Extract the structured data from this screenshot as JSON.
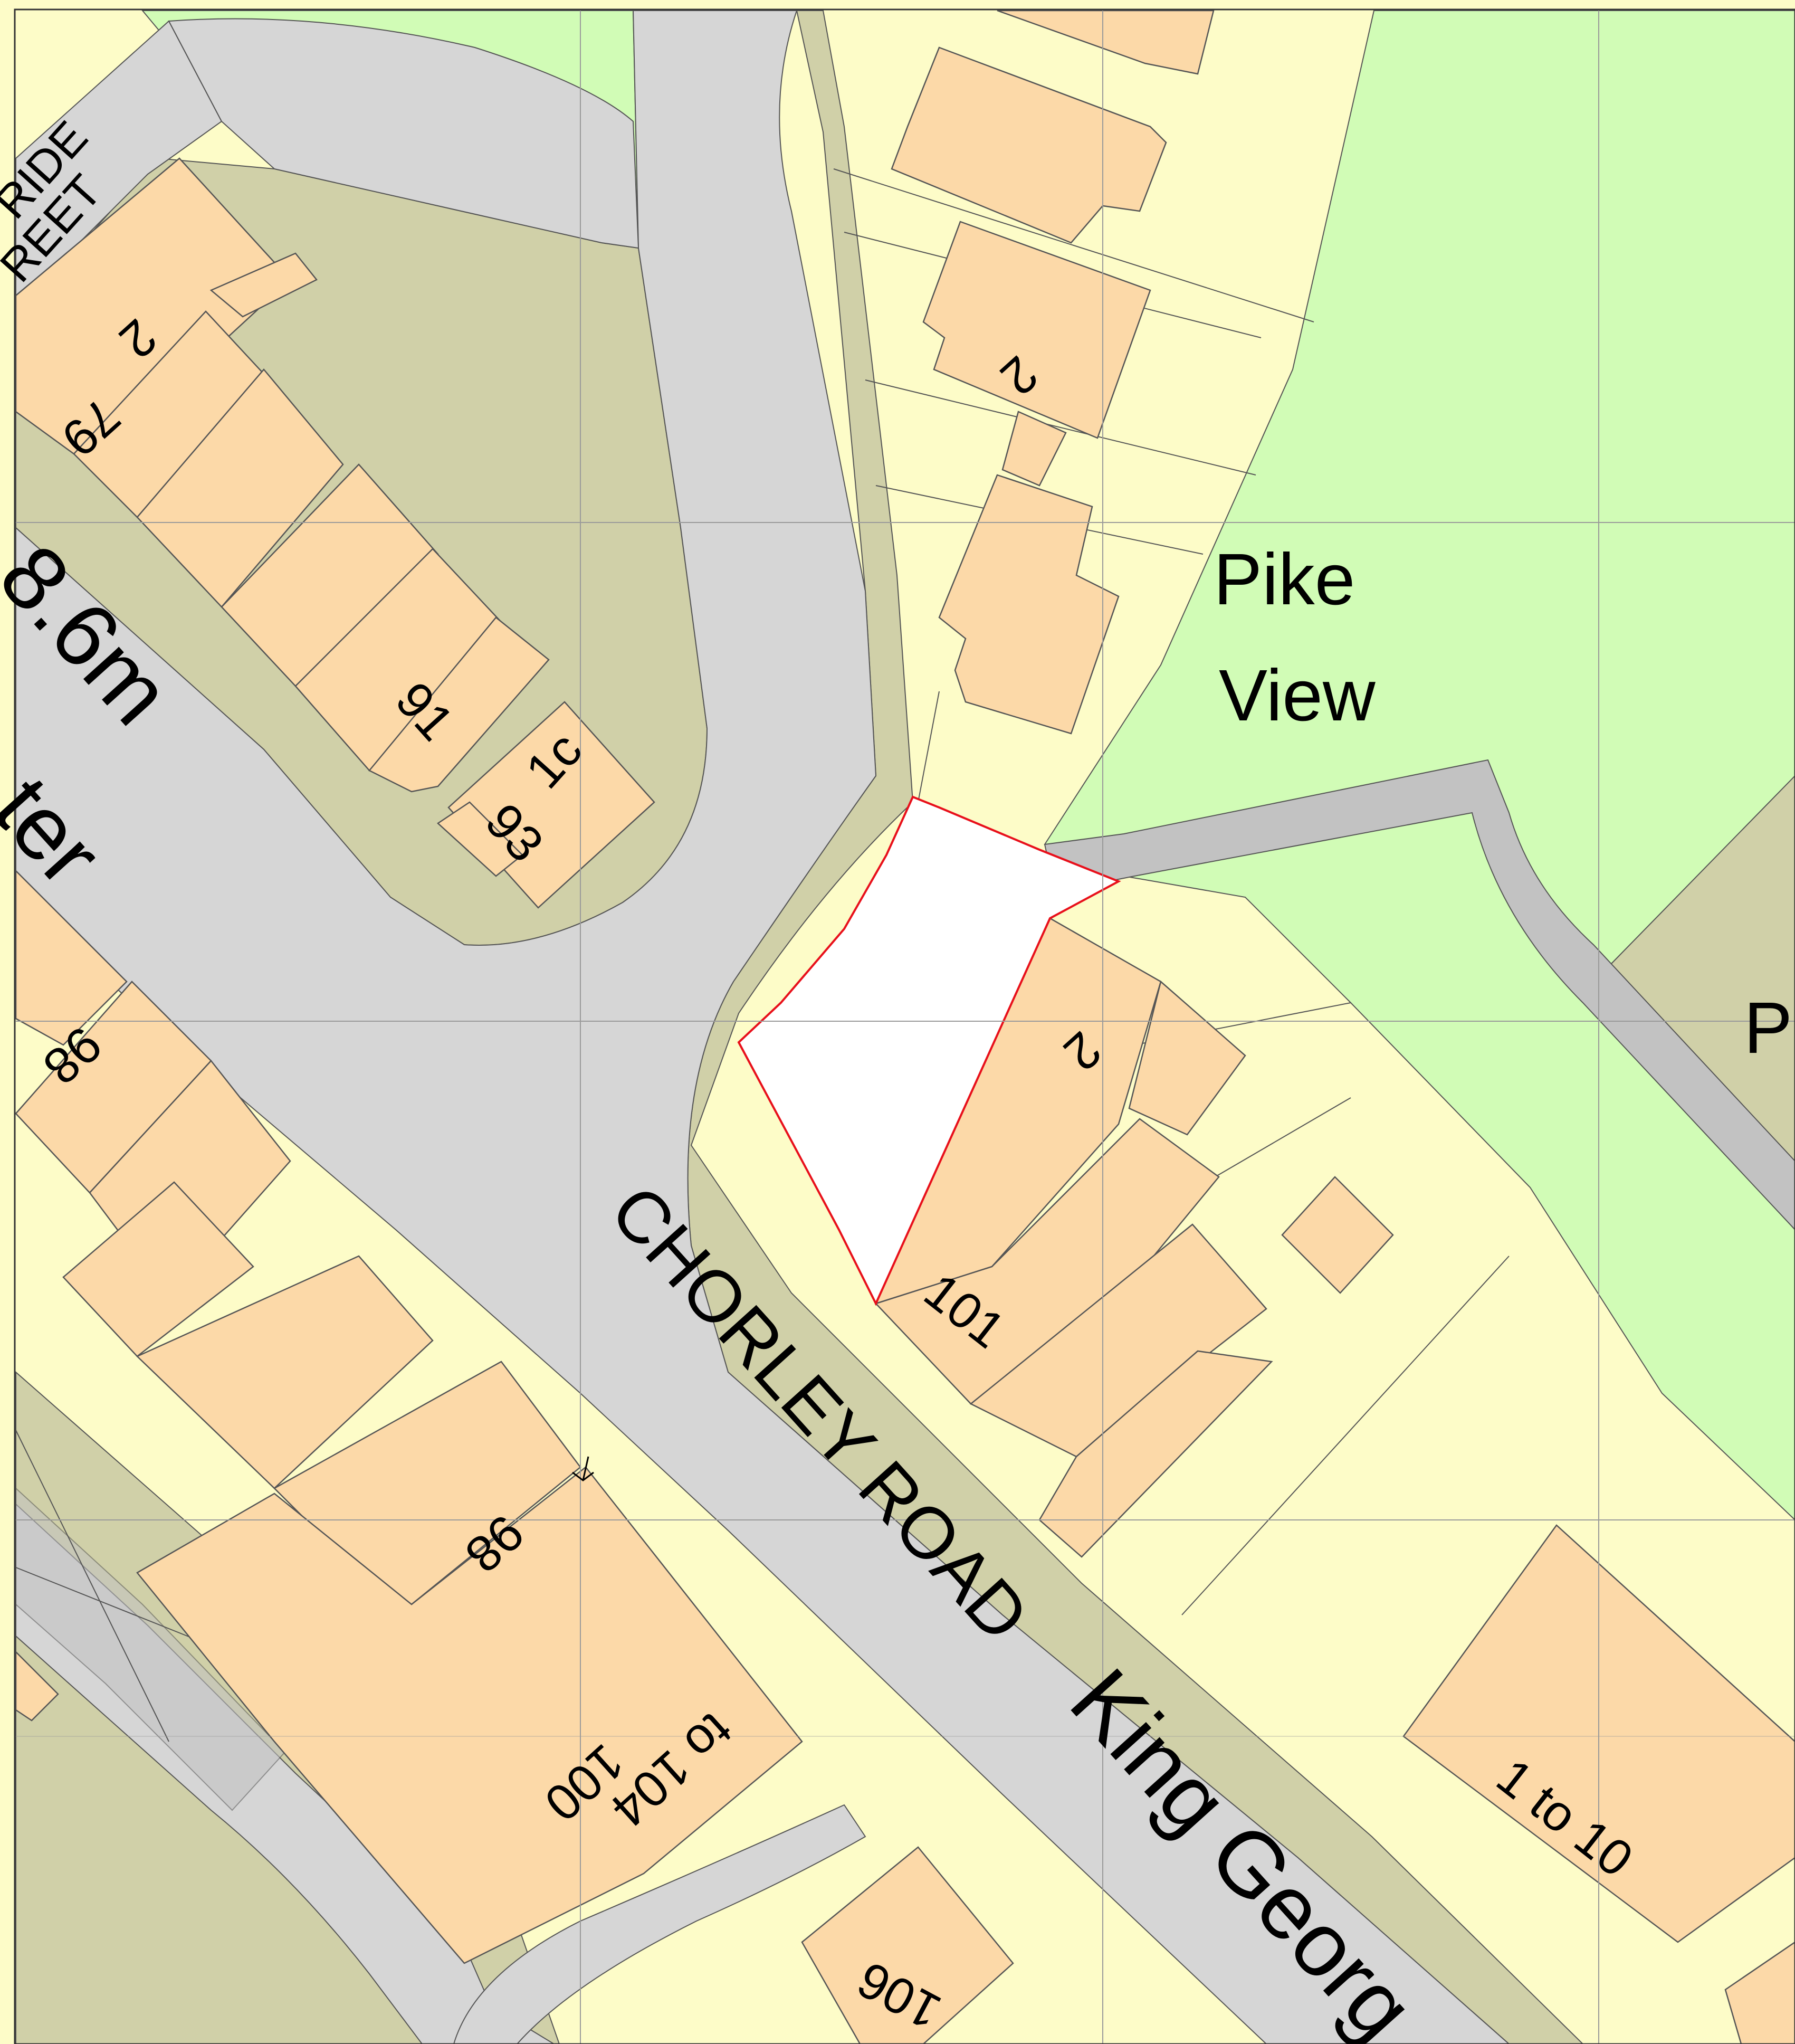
{
  "colors": {
    "background": "#fdfcc8",
    "building": "#fcd9a8",
    "road": "#d6d6d6",
    "path": "#c2c2c2",
    "verge": "#d0d0a8",
    "green_space": "#d1fcb6",
    "site_boundary": "#e8101b",
    "site_fill": "#ffffff",
    "outline": "#555555"
  },
  "labels": {
    "street_chorley_road": "CHORLEY ROAD",
    "street_king_george": "King Georg",
    "street_partial_ride": "RIDE",
    "street_partial_street": "REET",
    "area_pike_line1": "Pike",
    "area_pike_line2": "View",
    "area_partial_p": "P",
    "spot_height": "8.6m",
    "partial_name": "ter",
    "house_2_upper": "2",
    "house_2_north": "2",
    "house_2_site": "2",
    "house_79": "79",
    "house_91": "91",
    "house_93": "93",
    "house_1c": "1c",
    "house_98_top": "98",
    "house_98_lower": "98",
    "house_100_line1": "100",
    "house_100_line2": "to 104",
    "house_101": "101",
    "house_106": "106",
    "flats_1_to_10": "1 to 10"
  },
  "icons": {
    "benchmark": "benchmark-arrow-icon"
  }
}
